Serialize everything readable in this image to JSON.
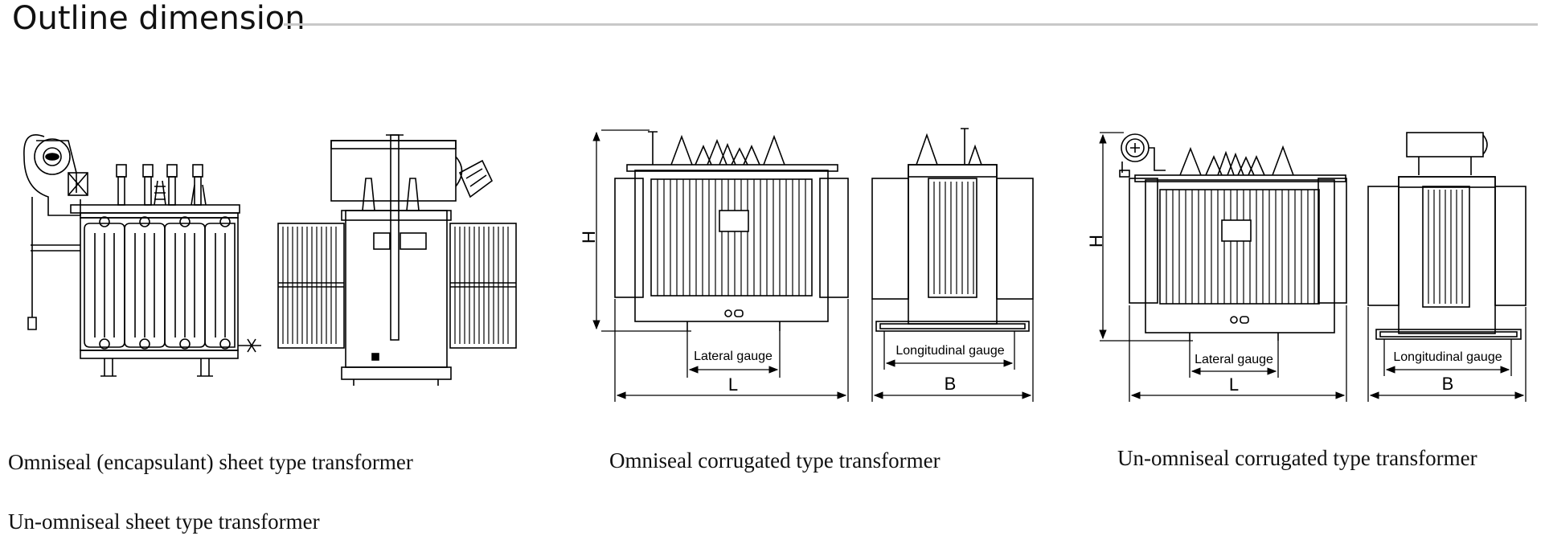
{
  "heading": "Outline dimension",
  "captions": {
    "sheet_omniseal": "Omniseal (encapsulant) sheet type transformer",
    "sheet_unomniseal": "Un-omniseal sheet type transformer",
    "corrugated_omniseal": "Omniseal corrugated type transformer",
    "corrugated_unomniseal": "Un-omniseal corrugated type transformer"
  },
  "dimensions": {
    "height": "H",
    "length": "L",
    "width": "B",
    "lateral_gauge": "Lateral gauge",
    "longitudinal_gauge": "Longitudinal gauge"
  }
}
